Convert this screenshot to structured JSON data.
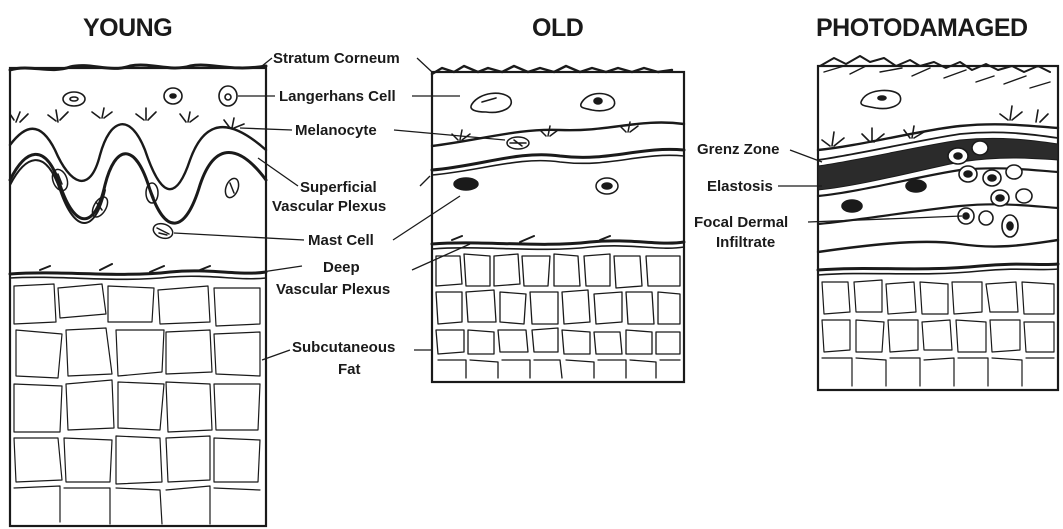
{
  "panels": {
    "young": {
      "title": "YOUNG"
    },
    "old": {
      "title": "OLD"
    },
    "photodamaged": {
      "title": "PHOTODAMAGED"
    }
  },
  "labels": {
    "stratum_corneum": "Stratum Corneum",
    "langerhans_cell": "Langerhans Cell",
    "melanocyte": "Melanocyte",
    "superficial_vascular_plexus": [
      "Superficial",
      "Vascular Plexus"
    ],
    "mast_cell": "Mast Cell",
    "deep_vascular_plexus": [
      "Deep",
      "Vascular Plexus"
    ],
    "subcutaneous_fat": [
      "Subcutaneous",
      "Fat"
    ],
    "grenz_zone": "Grenz Zone",
    "elastosis": "Elastosis",
    "focal_dermal_infiltrate": [
      "Focal Dermal",
      "Infiltrate"
    ]
  },
  "colors": {
    "ink": "#1a1a1a",
    "background": "#ffffff"
  }
}
